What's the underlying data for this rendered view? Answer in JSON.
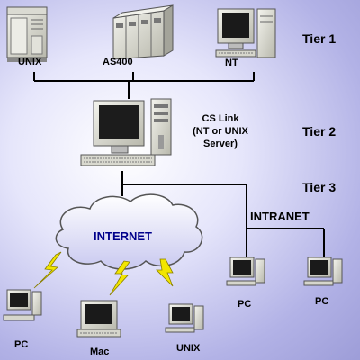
{
  "tiers": {
    "tier1": "Tier 1",
    "tier2": "Tier 2",
    "tier3": "Tier 3"
  },
  "tier1_nodes": {
    "unix": "UNIX",
    "as400": "AS400",
    "nt": "NT"
  },
  "server": {
    "line1": "CS Link",
    "line2": "(NT or UNIX",
    "line3": "Server)"
  },
  "networks": {
    "internet": "INTERNET",
    "intranet": "INTRANET"
  },
  "clients": {
    "intranet_pc1": "PC",
    "intranet_pc2": "PC",
    "internet_pc": "PC",
    "internet_mac": "Mac",
    "internet_unix": "UNIX"
  },
  "colors": {
    "internet_text": "#00008b",
    "lightning": "#f2e600",
    "line": "#000000"
  }
}
